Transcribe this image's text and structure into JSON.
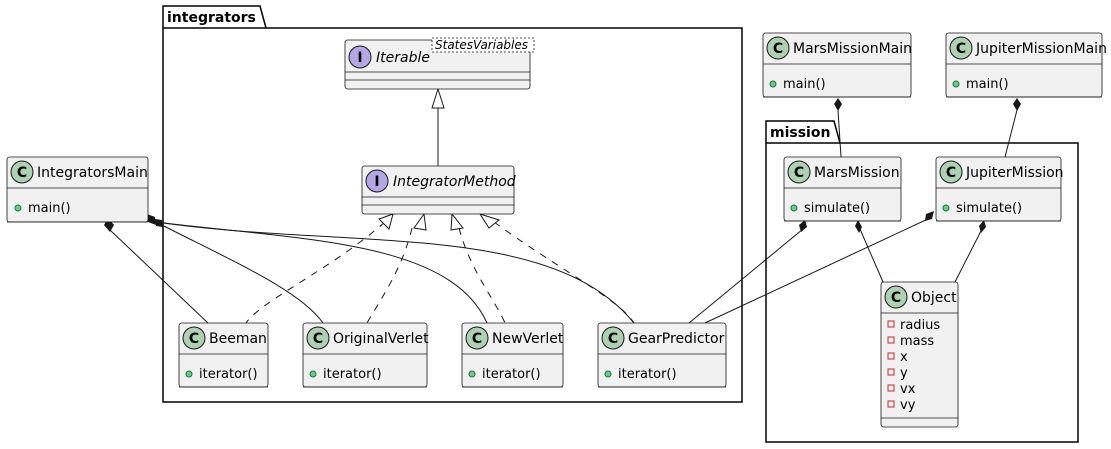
{
  "packages": {
    "integrators": "integrators",
    "mission": "mission"
  },
  "badges": {
    "class": "C",
    "interface": "I"
  },
  "colors": {
    "class_badge": "#add1b2",
    "interface_badge": "#b4a7e5",
    "box_fill": "#f1f1f1",
    "public_method": "#84be84",
    "private_field": "#c82930"
  },
  "classes": {
    "iterable": {
      "name": "Iterable",
      "generic": "StatesVariables",
      "kind": "interface"
    },
    "integrator_method": {
      "name": "IntegratorMethod",
      "kind": "interface"
    },
    "integrators_main": {
      "name": "IntegratorsMain",
      "methods": [
        "main()"
      ]
    },
    "beeman": {
      "name": "Beeman",
      "methods": [
        "iterator()"
      ]
    },
    "original_verlet": {
      "name": "OriginalVerlet",
      "methods": [
        "iterator()"
      ]
    },
    "new_verlet": {
      "name": "NewVerlet",
      "methods": [
        "iterator()"
      ]
    },
    "gear_predictor": {
      "name": "GearPredictor",
      "methods": [
        "iterator()"
      ]
    },
    "mars_mission_main": {
      "name": "MarsMissionMain",
      "methods": [
        "main()"
      ]
    },
    "jupiter_mission_main": {
      "name": "JupiterMissionMain",
      "methods": [
        "main()"
      ]
    },
    "mars_mission": {
      "name": "MarsMission",
      "methods": [
        "simulate()"
      ]
    },
    "jupiter_mission": {
      "name": "JupiterMission",
      "methods": [
        "simulate()"
      ]
    },
    "object": {
      "name": "Object",
      "fields": [
        "radius",
        "mass",
        "x",
        "y",
        "vx",
        "vy"
      ]
    }
  }
}
